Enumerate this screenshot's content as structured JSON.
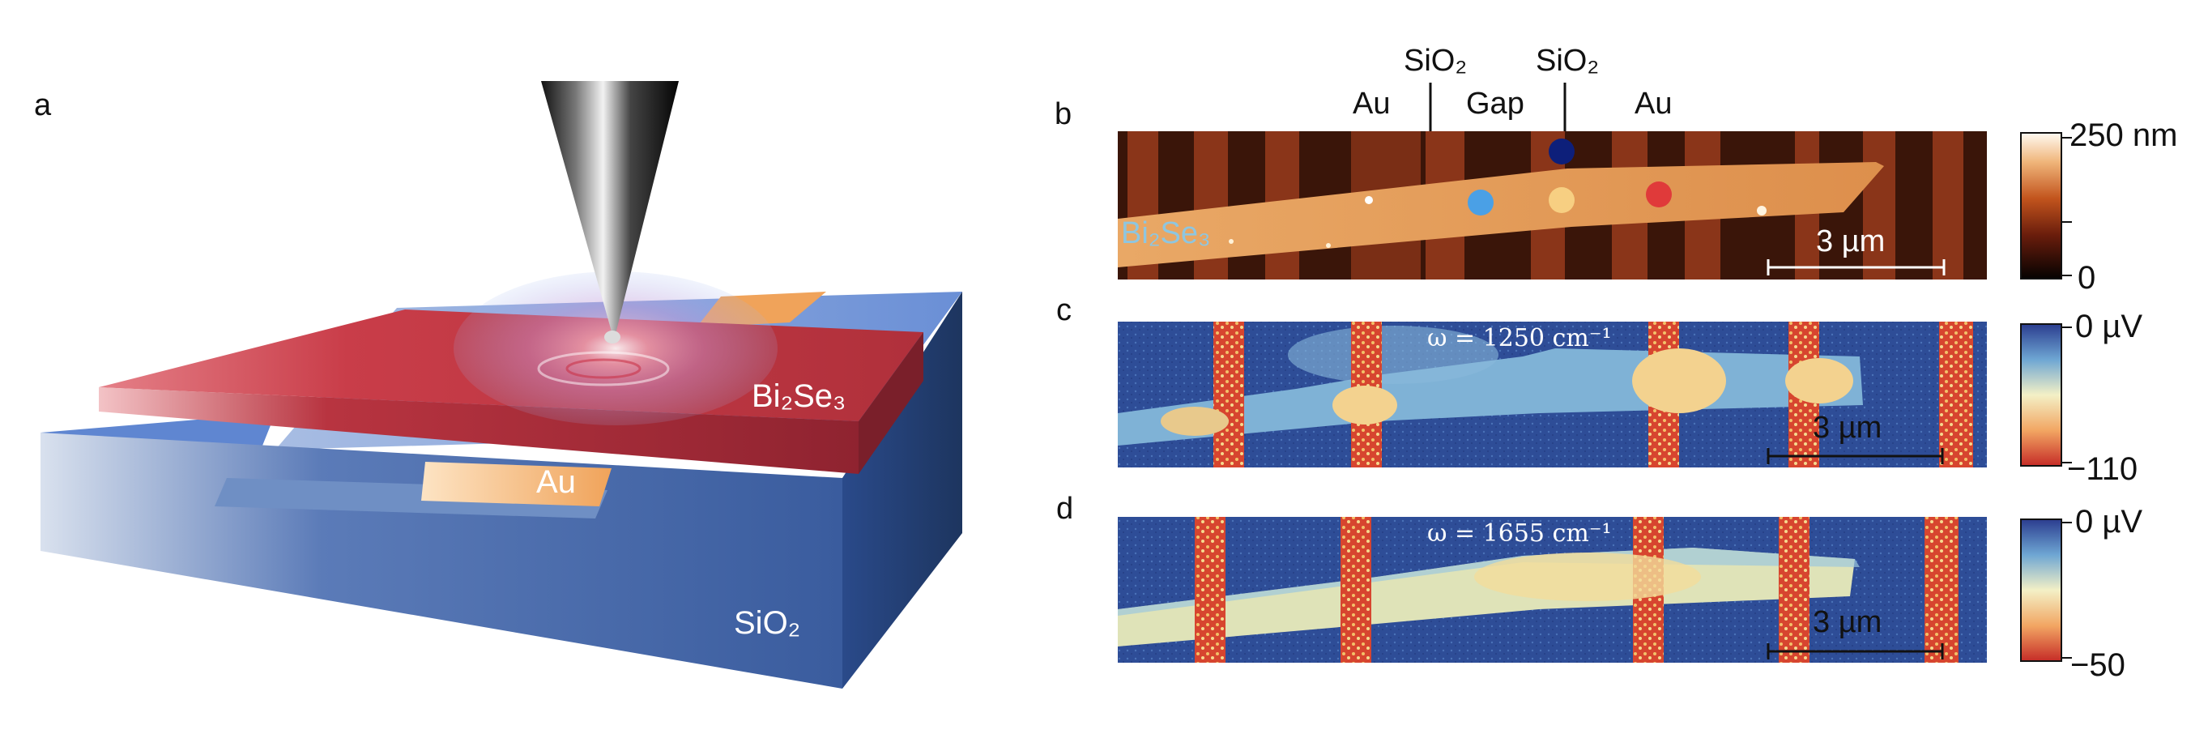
{
  "panels": {
    "a": {
      "letter": "a",
      "labels": {
        "bi2se3": "Bi₂Se₃",
        "au": "Au",
        "sio2": "SiO₂"
      }
    },
    "b": {
      "letter": "b",
      "top_labels": {
        "au_left": "Au",
        "sio2_left": "SiO₂",
        "gap": "Gap",
        "sio2_right": "SiO₂",
        "au_right": "Au"
      },
      "flake_label": "Bi₂Se₃",
      "scalebar": "3 µm",
      "colorbar": {
        "max": "250 nm",
        "min": "0"
      },
      "markers": [
        {
          "name": "dark-blue",
          "color": "#0d1f7a"
        },
        {
          "name": "light-blue",
          "color": "#4aa0e6"
        },
        {
          "name": "yellow",
          "color": "#f7cf82"
        },
        {
          "name": "red",
          "color": "#e03a3a"
        }
      ]
    },
    "c": {
      "letter": "c",
      "omega": "ω = 1250 cm⁻¹",
      "scalebar": "3 µm",
      "colorbar": {
        "max": "0 µV",
        "min": "−110"
      }
    },
    "d": {
      "letter": "d",
      "omega": "ω = 1655 cm⁻¹",
      "scalebar": "3 µm",
      "colorbar": {
        "max": "0 µV",
        "min": "−50"
      }
    }
  },
  "colors": {
    "substrate": "#3e63a6",
    "bi2se3": "#b8323f",
    "gold": "#f0a35a",
    "afm_dark": "#3a1509",
    "afm_flake": "#e3a063",
    "map_blue": "#2f4f98"
  }
}
